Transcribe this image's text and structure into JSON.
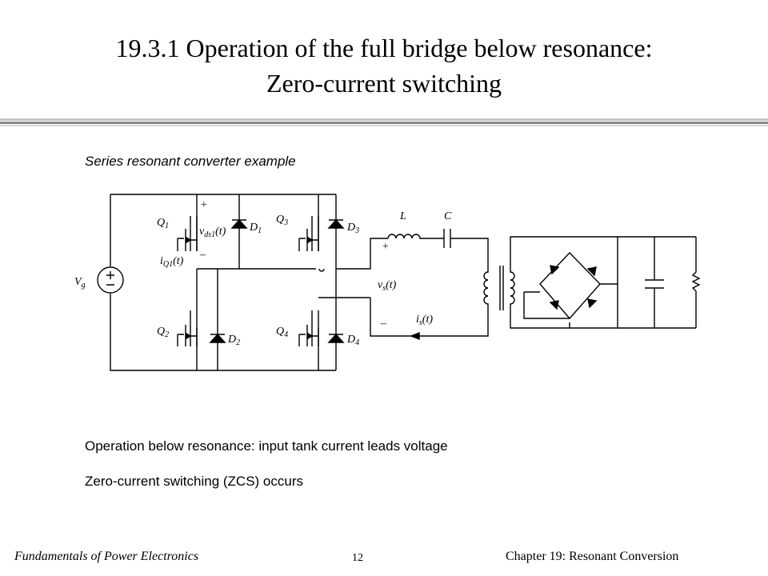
{
  "slide": {
    "title_line1": "19.3.1  Operation of the full bridge below resonance:",
    "title_line2": "Zero-current  switching",
    "caption": "Series resonant converter example",
    "bullets": [
      "Operation below resonance: input tank current leads voltage",
      "Zero-current switching (ZCS) occurs"
    ],
    "footer_left": "Fundamentals of Power Electronics",
    "page_number": "12",
    "footer_right": "Chapter 19:  Resonant Conversion"
  },
  "schematic": {
    "Vg": "V",
    "Vg_sub": "g",
    "Q1": "Q",
    "Q1_sub": "1",
    "Q2": "Q",
    "Q2_sub": "2",
    "Q3": "Q",
    "Q3_sub": "3",
    "Q4": "Q",
    "Q4_sub": "4",
    "D1": "D",
    "D1_sub": "1",
    "D2": "D",
    "D2_sub": "2",
    "D3": "D",
    "D3_sub": "3",
    "D4": "D",
    "D4_sub": "4",
    "vds1": "v",
    "vds1_sub": "ds1",
    "vds1_arg": "(t)",
    "iQ1": "i",
    "iQ1_sub": "Q1",
    "iQ1_arg": "(t)",
    "vs": "v",
    "vs_sub": "s",
    "vs_arg": "(t)",
    "is": "i",
    "is_sub": "s",
    "is_arg": "(t)",
    "L": "L",
    "C": "C",
    "plus": "+",
    "minus": "–"
  }
}
